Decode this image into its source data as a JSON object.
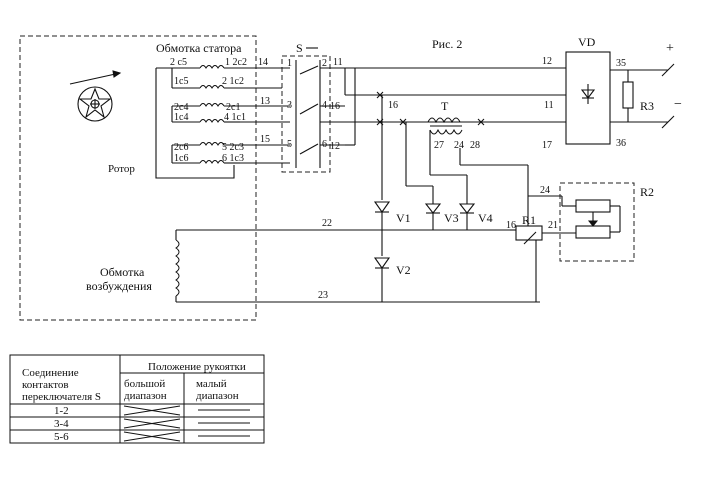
{
  "title": "Рис. 2",
  "blocks": {
    "stator": "Обмотка статора",
    "rotor": "Ротор",
    "excitation_line1": "Обмотка",
    "excitation_line2": "возбуждения",
    "switch": "S",
    "rectifier": "VD",
    "transformer": "T",
    "resistor_r1": "R1",
    "resistor_r2": "R2",
    "resistor_r3": "R3"
  },
  "terminals": {
    "c5": "2 с5",
    "c2": "1 2с2",
    "1c5": "1с5",
    "2c2b": "2 1с2",
    "2c4": "2с4",
    "1c4": "1с4",
    "2c1": "2с1",
    "4_1c1": "4 1с1",
    "2c6": "2с6",
    "1c6": "1с6",
    "5_2c3": "5 2с3",
    "6_1c3": "6 1с3"
  },
  "switch_contacts": [
    "1",
    "2",
    "3",
    "4",
    "5",
    "6"
  ],
  "wire_numbers": {
    "w14": "14",
    "w13": "13",
    "w15": "15",
    "w11a": "11",
    "w16a": "16",
    "w12a": "12",
    "w12b": "12",
    "w11b": "11",
    "w16b": "16",
    "w27": "27",
    "w24a": "24",
    "w28": "28",
    "w17": "17",
    "w35": "35",
    "w36": "36",
    "w24b": "24",
    "w16c": "16",
    "w21": "21",
    "w22": "22",
    "w23": "23"
  },
  "diodes": {
    "v1": "V1",
    "v2": "V2",
    "v3": "V3",
    "v4": "V4"
  },
  "polarity": {
    "plus": "+",
    "minus": "−"
  },
  "table": {
    "header_left": [
      "Соединение",
      "контактов",
      "переключателя S"
    ],
    "header_group": "Положение рукоятки",
    "col_big": [
      "большой",
      "диапазон"
    ],
    "col_small": [
      "малый",
      "диапазон"
    ],
    "rows": [
      {
        "label": "1-2",
        "big": "X",
        "small": "—"
      },
      {
        "label": "3-4",
        "big": "X",
        "small": "—"
      },
      {
        "label": "5-6",
        "big": "X",
        "small": "—"
      }
    ]
  }
}
